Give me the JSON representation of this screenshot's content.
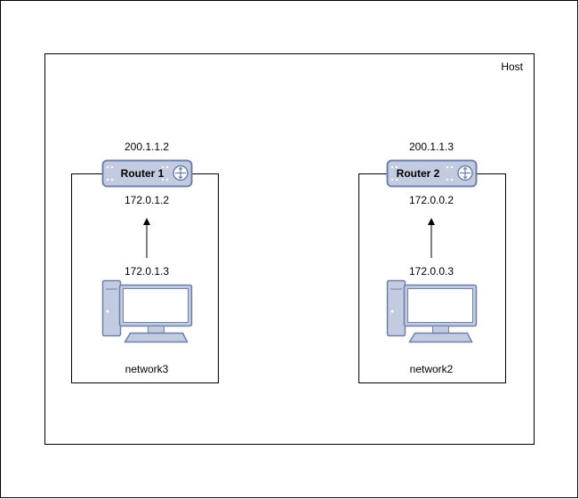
{
  "host": {
    "label": "Host"
  },
  "networks": [
    {
      "name": "network3",
      "router": {
        "label": "Router 1",
        "external_ip": "200.1.1.2",
        "internal_ip": "172.0.1.2"
      },
      "computer": {
        "ip": "172.0.1.3"
      }
    },
    {
      "name": "network2",
      "router": {
        "label": "Router 2",
        "external_ip": "200.1.1.3",
        "internal_ip": "172.0.0.2"
      },
      "computer": {
        "ip": "172.0.0.3"
      }
    }
  ],
  "colors": {
    "device_fill": "#c2cbdf",
    "device_stroke": "#6d80ad",
    "screen_fill": "#ffffff",
    "line": "#000000"
  }
}
